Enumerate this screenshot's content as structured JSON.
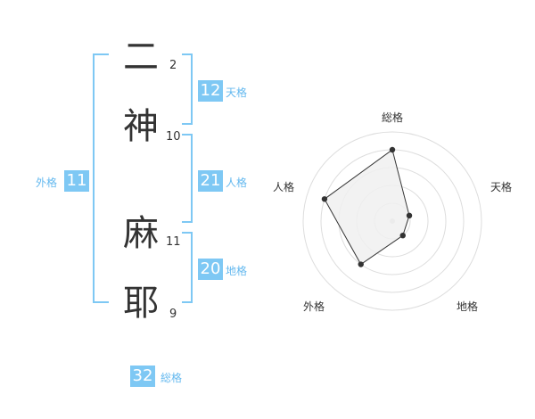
{
  "name": {
    "chars": [
      {
        "char": "二",
        "strokes": "2"
      },
      {
        "char": "神",
        "strokes": "10"
      },
      {
        "char": "麻",
        "strokes": "11"
      },
      {
        "char": "耶",
        "strokes": "9"
      }
    ]
  },
  "fortunes": {
    "tenkaku": {
      "label": "天格",
      "value": "12"
    },
    "jinkaku": {
      "label": "人格",
      "value": "21"
    },
    "chikaku": {
      "label": "地格",
      "value": "20"
    },
    "gaikaku": {
      "label": "外格",
      "value": "11"
    },
    "soukaku": {
      "label": "総格",
      "value": "32"
    }
  },
  "chart_data": {
    "type": "radar",
    "axes": [
      "総格",
      "天格",
      "地格",
      "外格",
      "人格"
    ],
    "values": [
      4,
      1,
      1,
      3,
      4
    ],
    "max": 5,
    "grid": true
  },
  "colors": {
    "accent": "#7ec8f4",
    "accent_text": "#65b9ef",
    "fill": "#f0f0f0",
    "grid": "#dddddd",
    "text": "#333333"
  }
}
